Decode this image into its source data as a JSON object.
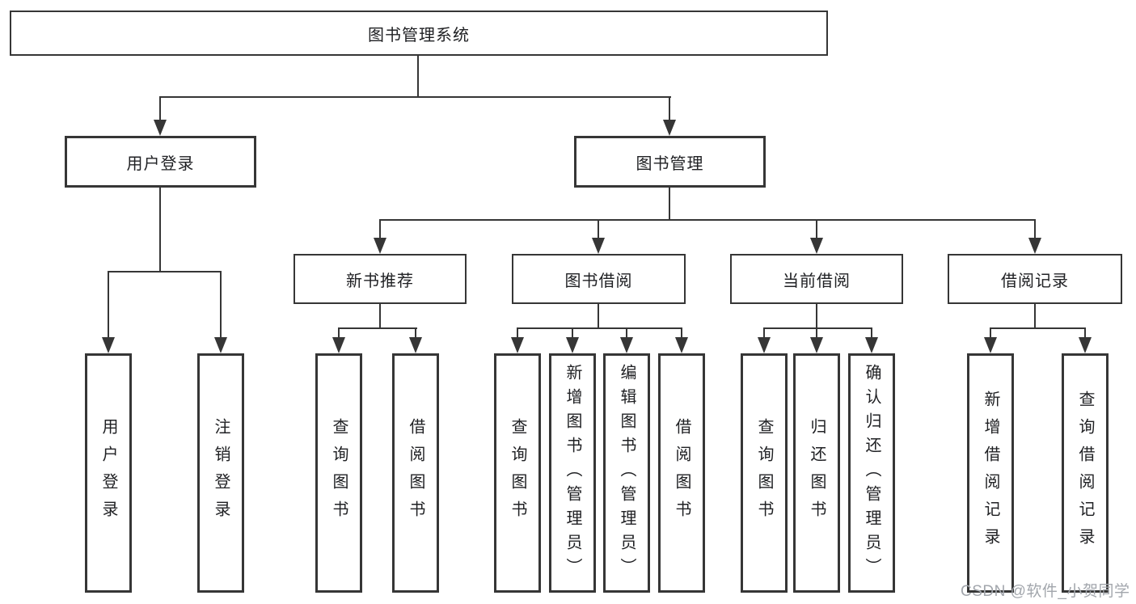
{
  "colors": {
    "background": "#ffffff",
    "line": "#363636",
    "text": "#202124",
    "watermark": "#a2a6ac"
  },
  "tree": {
    "label": "图书管理系统",
    "children": [
      {
        "label": "用户登录",
        "children": [
          {
            "label": "用户登录"
          },
          {
            "label": "注销登录"
          }
        ]
      },
      {
        "label": "图书管理",
        "children": [
          {
            "label": "新书推荐",
            "children": [
              {
                "label": "查询图书"
              },
              {
                "label": "借阅图书"
              }
            ]
          },
          {
            "label": "图书借阅",
            "children": [
              {
                "label": "查询图书"
              },
              {
                "label": "新增图书（管理员）"
              },
              {
                "label": "编辑图书（管理员）"
              },
              {
                "label": "借阅图书"
              }
            ]
          },
          {
            "label": "当前借阅",
            "children": [
              {
                "label": "查询图书"
              },
              {
                "label": "归还图书"
              },
              {
                "label": "确认归还（管理员）"
              }
            ]
          },
          {
            "label": "借阅记录",
            "children": [
              {
                "label": "新增借阅记录"
              },
              {
                "label": "查询借阅记录"
              }
            ]
          }
        ]
      }
    ]
  },
  "watermark": {
    "text": "CSDN @软件_小贺同学"
  }
}
